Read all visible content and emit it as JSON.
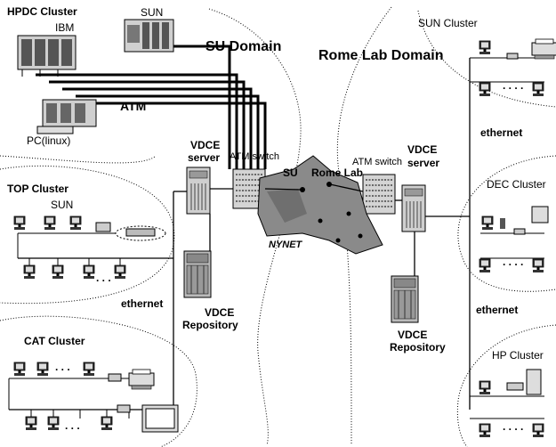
{
  "labels": {
    "hpdc_cluster": "HPDC Cluster",
    "ibm": "IBM",
    "sun_top": "SUN",
    "su_domain": "SU Domain",
    "atm": "ATM",
    "pc_linux": "PC(linux)",
    "rome_lab_domain": "Rome Lab Domain",
    "sun_cluster": "SUN Cluster",
    "ethernet_right_top": "ethernet",
    "dec_cluster": "DEC Cluster",
    "ethernet_right_mid": "ethernet",
    "hp_cluster": "HP Cluster",
    "top_cluster": "TOP Cluster",
    "sun_left": "SUN",
    "ethernet_left": "ethernet",
    "cat_cluster": "CAT Cluster",
    "vdce_server_left_1": "VDCE",
    "vdce_server_left_2": "server",
    "atm_switch_left": "ATM switch",
    "su": "SU",
    "rome_lab": "Rome Lab",
    "atm_switch_right": "ATM switch",
    "vdce_server_right_1": "VDCE",
    "vdce_server_right_2": "server",
    "nynet": "NYNET",
    "vdce_repository_left_1": "VDCE",
    "vdce_repository_left_2": "Repository",
    "vdce_repository_right_1": "VDCE",
    "vdce_repository_right_2": "Repository"
  },
  "icons": {
    "workstation": "workstation-icon",
    "server": "server-icon",
    "switch": "atm-switch-icon",
    "printer": "printer-icon",
    "map": "nynet-map-icon"
  },
  "colors": {
    "line": "#000000",
    "device_fill": "#d8d8d8",
    "device_dark": "#555555",
    "map_fill": "#8a8a8a",
    "background": "#ffffff"
  }
}
